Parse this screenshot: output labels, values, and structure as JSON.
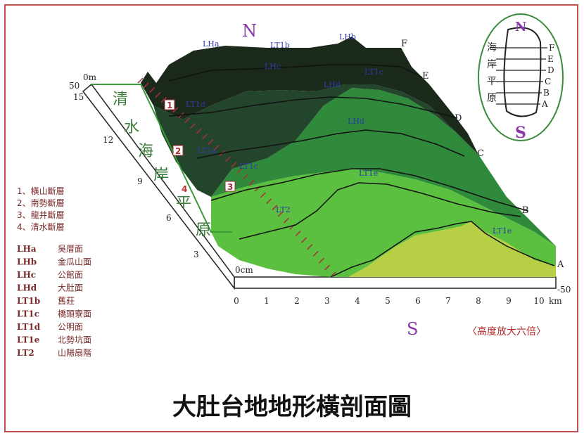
{
  "title": "大肚台地地形橫剖面圖",
  "compass": {
    "north": "N",
    "south": "S"
  },
  "vertical_note": "〈高度放大六倍〉",
  "plain_label": [
    "清",
    "水",
    "海",
    "岸",
    "平",
    "原"
  ],
  "inset": {
    "north": "N",
    "south": "S",
    "plain_chars": [
      "海",
      "岸",
      "平",
      "原"
    ],
    "lines": [
      "F",
      "E",
      "D",
      "C",
      "B",
      "A"
    ]
  },
  "profile_lines": [
    "A",
    "B",
    "C",
    "D",
    "E",
    "F"
  ],
  "surface_labels": {
    "LHa": "LHa",
    "LT1b": "LT1b",
    "LHb": "LHb",
    "LHc": "LHc",
    "LT1c": "LT1c",
    "LHd": "LHd",
    "LT1d": "LT1d",
    "LT1a": "LT1a",
    "LHd2": "LHd",
    "LT1c2": "LT1c",
    "LT1e": "LT1e",
    "LT2": "LT2",
    "LT1e2": "LT1e"
  },
  "fault_markers": [
    "1",
    "2",
    "3",
    "4"
  ],
  "legend_faults": [
    "1、橫山斷層",
    "2、南勢斷層",
    "3、龍井斷層",
    "4、清水斷層"
  ],
  "legend_surfaces": [
    {
      "code": "LHa",
      "name": "吳厝面"
    },
    {
      "code": "LHb",
      "name": "金瓜山面"
    },
    {
      "code": "LHc",
      "name": "公館面"
    },
    {
      "code": "LHd",
      "name": "大肚面"
    },
    {
      "code": "LT1b",
      "name": "舊莊"
    },
    {
      "code": "LT1c",
      "name": "橋頭寮面"
    },
    {
      "code": "LT1d",
      "name": "公明面"
    },
    {
      "code": "LT1e",
      "name": "北勢坑面"
    },
    {
      "code": "LT2",
      "name": "山陽扇階"
    }
  ],
  "height_axis": {
    "top_label_m": "0m",
    "left_top": "50",
    "ticks": [
      "15",
      "12",
      "9",
      "6",
      "3"
    ],
    "bottom_label": "0cm",
    "right_label": "-50"
  },
  "distance_axis": {
    "ticks": [
      "0",
      "1",
      "2",
      "3",
      "4",
      "5",
      "6",
      "7",
      "8",
      "9",
      "10"
    ],
    "unit": "km"
  },
  "colors": {
    "dark": "#1c2a1c",
    "mid_dark": "#23452b",
    "mid": "#2f8a3b",
    "light": "#5bbf3f",
    "lime": "#b6cf45",
    "fault_hatch": "#a8303a",
    "frame": "#c0504d"
  }
}
